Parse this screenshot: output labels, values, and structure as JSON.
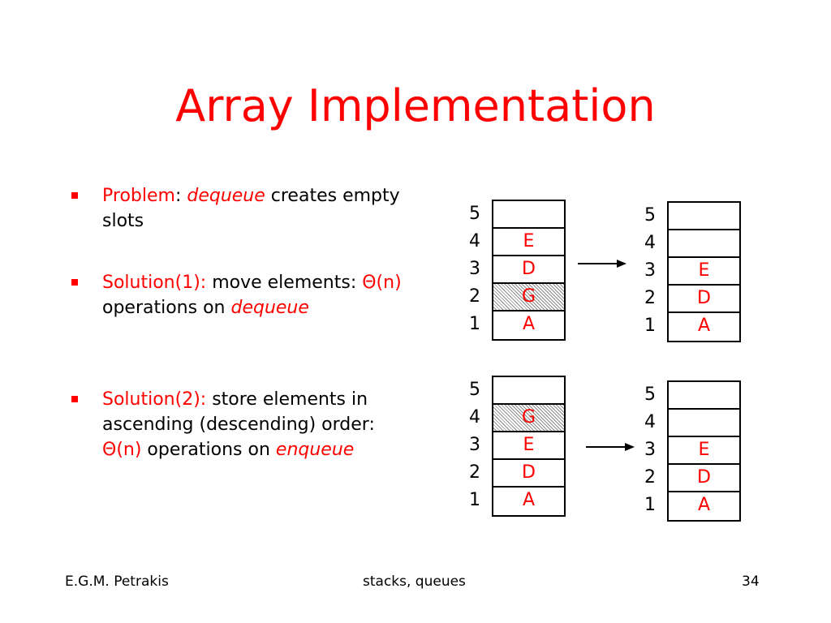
{
  "slide": {
    "title": "Array Implementation",
    "bullets": [
      {
        "parts": [
          {
            "text": "Problem",
            "red": true
          },
          {
            "text": ": "
          },
          {
            "text": "dequeue",
            "red": true,
            "italic": true
          },
          {
            "text": " creates empty slots"
          }
        ]
      },
      {
        "parts": [
          {
            "text": "Solution(1):",
            "red": true
          },
          {
            "text": " move elements: "
          },
          {
            "text": "Θ(n)",
            "red": true
          },
          {
            "text": " operations on "
          },
          {
            "text": "dequeue",
            "red": true,
            "italic": true
          }
        ]
      },
      {
        "parts": [
          {
            "text": "Solution(2):",
            "red": true
          },
          {
            "text": " store elements in ascending (descending) order: "
          },
          {
            "text": "Θ(n)",
            "red": true
          },
          {
            "text": " operations on "
          },
          {
            "text": "enqueue",
            "red": true,
            "italic": true
          }
        ]
      }
    ],
    "diagrams": [
      {
        "name": "stack-top-left",
        "numbers": [
          "5",
          "4",
          "3",
          "2",
          "1"
        ],
        "cells": [
          {
            "label": ""
          },
          {
            "label": "E"
          },
          {
            "label": "D"
          },
          {
            "label": "G",
            "hatched": true
          },
          {
            "label": "A"
          }
        ]
      },
      {
        "name": "stack-top-right",
        "numbers": [
          "5",
          "4",
          "3",
          "2",
          "1"
        ],
        "cells": [
          {
            "label": ""
          },
          {
            "label": ""
          },
          {
            "label": "E"
          },
          {
            "label": "D"
          },
          {
            "label": "A"
          }
        ]
      },
      {
        "name": "stack-bottom-left",
        "numbers": [
          "5",
          "4",
          "3",
          "2",
          "1"
        ],
        "cells": [
          {
            "label": ""
          },
          {
            "label": "G",
            "hatched": true
          },
          {
            "label": "E"
          },
          {
            "label": "D"
          },
          {
            "label": "A"
          }
        ]
      },
      {
        "name": "stack-bottom-right",
        "numbers": [
          "5",
          "4",
          "3",
          "2",
          "1"
        ],
        "cells": [
          {
            "label": ""
          },
          {
            "label": ""
          },
          {
            "label": "E"
          },
          {
            "label": "D"
          },
          {
            "label": "A"
          }
        ]
      }
    ],
    "footer": {
      "author": "E.G.M. Petrakis",
      "topic": "stacks, queues",
      "page": "34"
    },
    "colors": {
      "accent": "#ff0000",
      "text": "#000000",
      "hatch": "#8a8a8a"
    }
  }
}
